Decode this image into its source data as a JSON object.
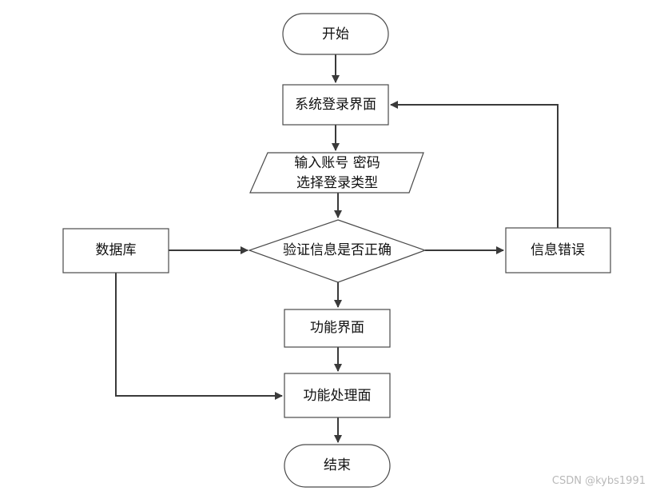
{
  "diagram": {
    "nodes": {
      "start": "开始",
      "login_page": "系统登录界面",
      "input_line1": "输入账号 密码",
      "input_line2": "选择登录类型",
      "database": "数据库",
      "verify": "验证信息是否正确",
      "error": "信息错误",
      "function_page": "功能界面",
      "function_process": "功能处理面",
      "end": "结束"
    }
  },
  "watermark": "CSDN @kybs1991"
}
